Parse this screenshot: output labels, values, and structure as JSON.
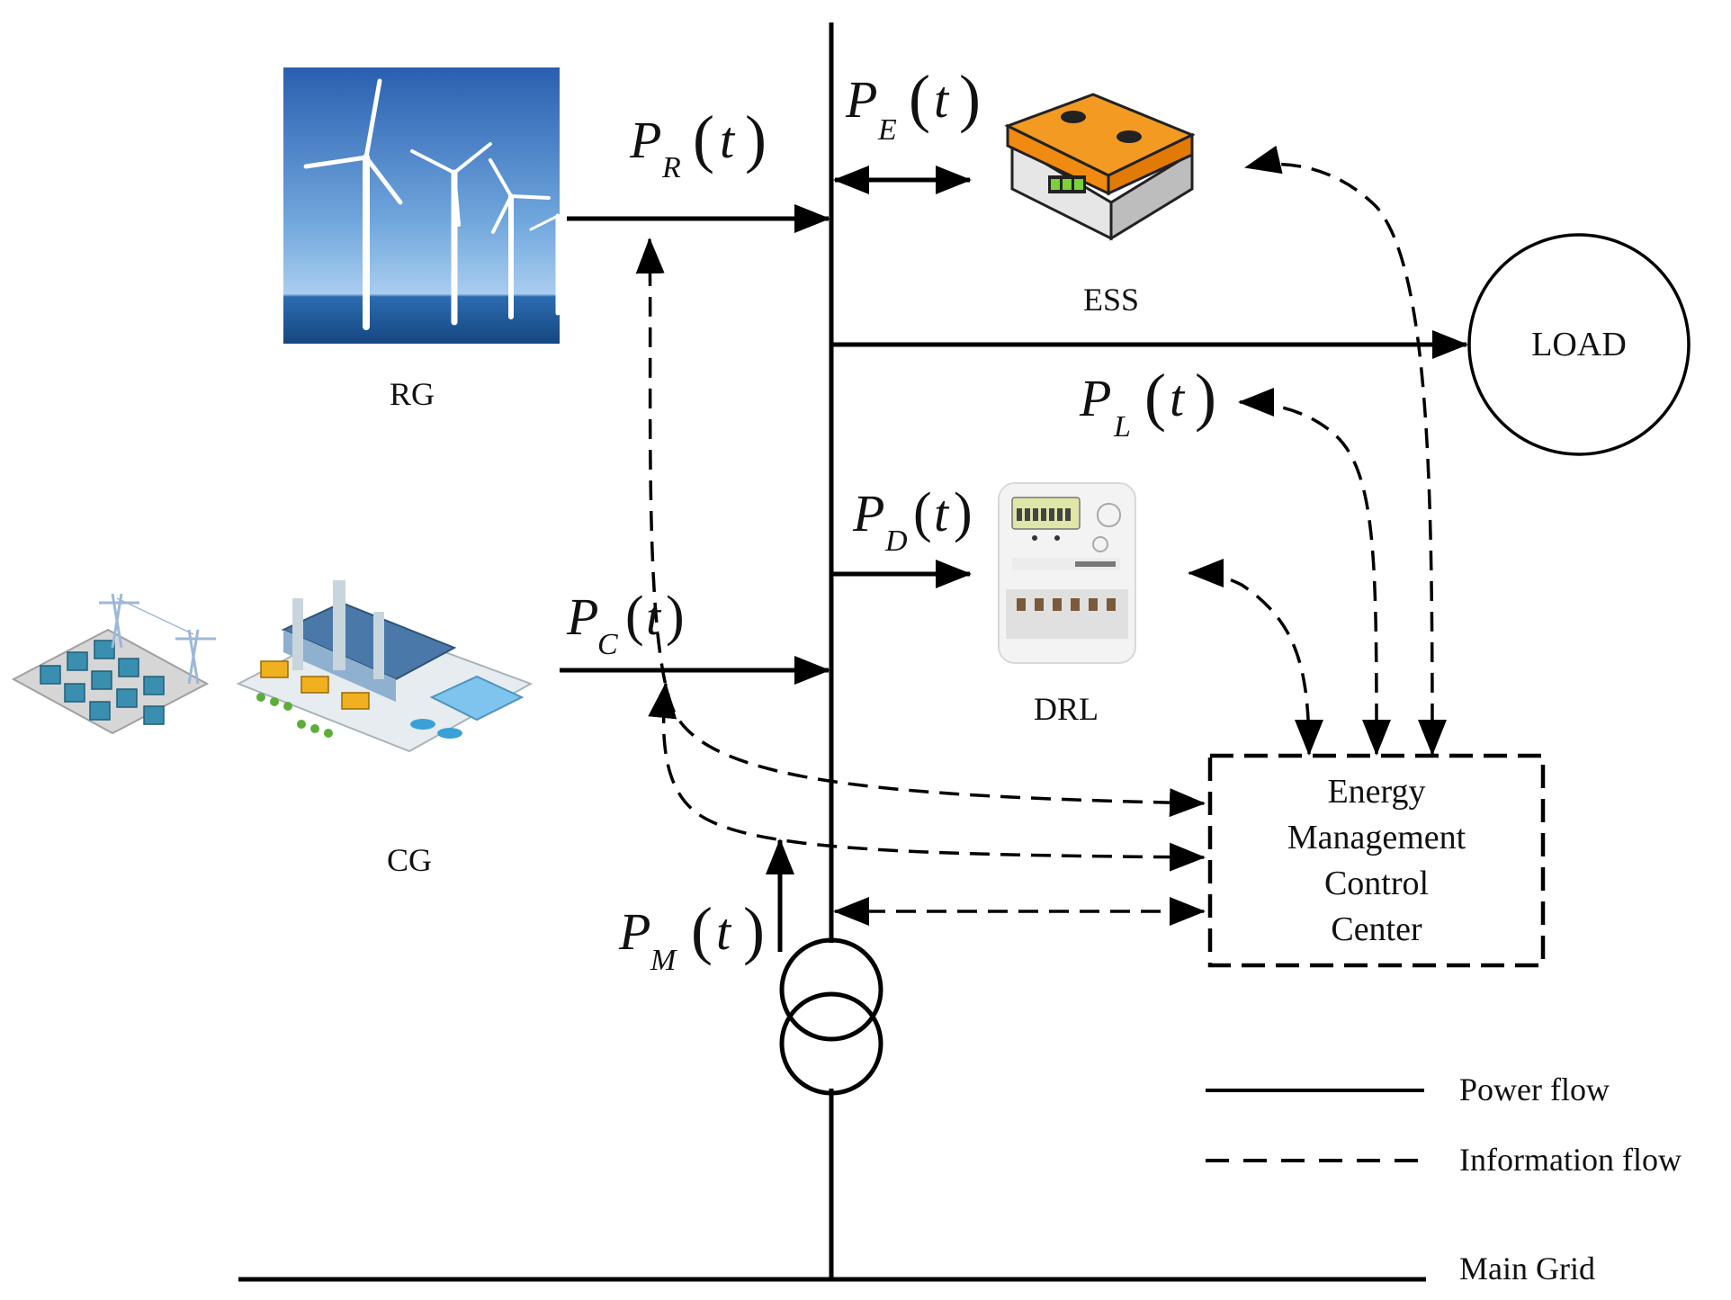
{
  "components": {
    "rg": "RG",
    "cg": "CG",
    "ess": "ESS",
    "drl": "DRL",
    "load": "LOAD"
  },
  "control_center": {
    "line1": "Energy",
    "line2": "Management",
    "line3": "Control",
    "line4": "Center"
  },
  "flows": {
    "pr": {
      "symbol": "P",
      "subscript": "R",
      "arg": "t"
    },
    "pe": {
      "symbol": "P",
      "subscript": "E",
      "arg": "t"
    },
    "pl": {
      "symbol": "P",
      "subscript": "L",
      "arg": "t"
    },
    "pd": {
      "symbol": "P",
      "subscript": "D",
      "arg": "t"
    },
    "pc": {
      "symbol": "P",
      "subscript": "C",
      "arg": "t"
    },
    "pm": {
      "symbol": "P",
      "subscript": "M",
      "arg": "t"
    }
  },
  "legend": {
    "power": "Power flow",
    "info": "Information flow",
    "main_grid": "Main Grid"
  }
}
